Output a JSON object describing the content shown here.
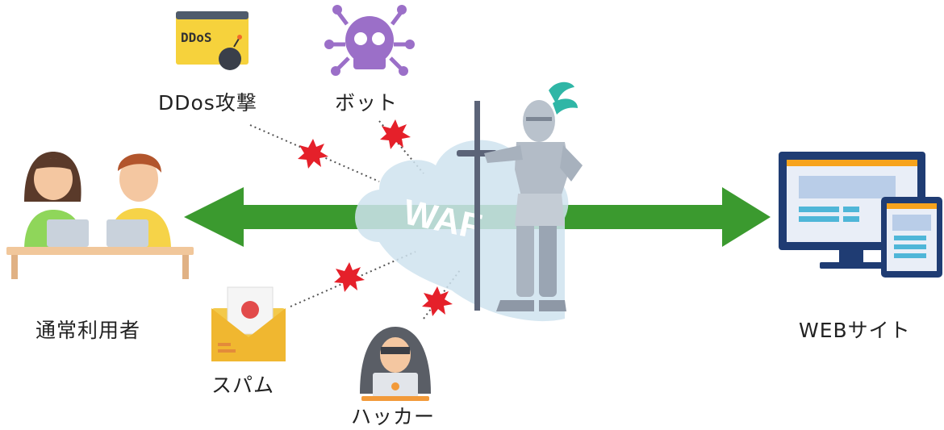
{
  "labels": {
    "users": "通常利用者",
    "website": "WEBサイト",
    "ddos": "DDos攻撃",
    "bot": "ボット",
    "spam": "スパム",
    "hacker": "ハッカー",
    "waf": "WAF",
    "ddos_sign": "DDoS"
  },
  "colors": {
    "arrow": "#3b9a2f",
    "burst": "#e5202a",
    "cloud": "#cfe3ee",
    "bot_skull": "#9b6fc8",
    "monitor_frame": "#1f3c73",
    "accent_orange": "#f7a31c"
  }
}
